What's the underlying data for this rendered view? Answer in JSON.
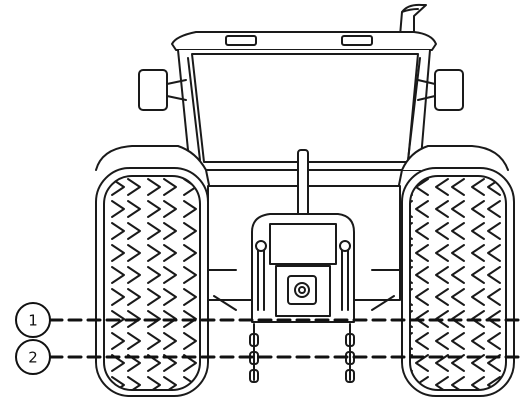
{
  "callouts": [
    {
      "id": "callout-1",
      "label": "1"
    },
    {
      "id": "callout-2",
      "label": "2"
    }
  ],
  "colors": {
    "stroke": "#1a1a1a",
    "fill": "#ffffff",
    "dash": "#111111"
  },
  "icons": [
    "tractor-rear-view-icon",
    "rear-wheel-icon",
    "mirror-icon",
    "exhaust-pipe-icon",
    "pto-shaft-icon"
  ]
}
